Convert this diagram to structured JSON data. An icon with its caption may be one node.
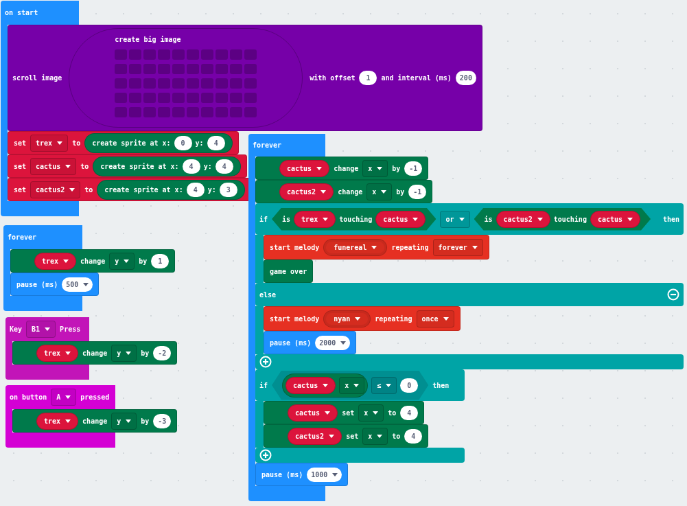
{
  "diagram": {
    "nodes": [
      {
        "text": [
          "on start"
        ]
      },
      {
        "text": [
          "scroll image",
          "with offset",
          "and interval (ms)"
        ]
      },
      {
        "text": [
          "create big image"
        ],
        "in": 1
      },
      {
        "text": [
          "1"
        ],
        "in": 1
      },
      {
        "text": [
          "200"
        ],
        "in": 1
      },
      {
        "text": [
          "set",
          "to"
        ],
        "in": 0
      },
      {
        "text": [
          "trex"
        ],
        "in": 5
      },
      {
        "text": [
          "create sprite at x:",
          "y:"
        ],
        "in": 5
      },
      {
        "text": [
          "0"
        ],
        "in": 7
      },
      {
        "text": [
          "4"
        ],
        "in": 7
      },
      {
        "text": [
          "set",
          "to"
        ],
        "in": 0
      },
      {
        "text": [
          "cactus"
        ],
        "in": 10
      },
      {
        "text": [
          "create sprite at x:",
          "y:"
        ],
        "in": 10
      },
      {
        "text": [
          "4"
        ],
        "in": 12
      },
      {
        "text": [
          "4"
        ],
        "in": 12
      },
      {
        "text": [
          "set",
          "to"
        ],
        "in": 0
      },
      {
        "text": [
          "cactus2"
        ],
        "in": 15
      },
      {
        "text": [
          "create sprite at x:",
          "y:"
        ],
        "in": 15
      },
      {
        "text": [
          "4"
        ],
        "in": 17
      },
      {
        "text": [
          "3"
        ],
        "in": 17
      },
      {
        "text": [
          "forever"
        ]
      },
      {
        "text": [
          "change",
          "by"
        ],
        "in": 20
      },
      {
        "text": [
          "trex"
        ],
        "in": 21
      },
      {
        "text": [
          "y"
        ],
        "in": 21
      },
      {
        "text": [
          "1"
        ],
        "in": 21
      },
      {
        "text": [
          "pause (ms)"
        ],
        "in": 20
      },
      {
        "text": [
          "500"
        ],
        "in": 25
      },
      {
        "text": [
          "Key",
          "Press"
        ]
      },
      {
        "text": [
          "B1"
        ],
        "in": 27
      },
      {
        "text": [
          "change",
          "by"
        ],
        "in": 27
      },
      {
        "text": [
          "trex"
        ],
        "in": 29
      },
      {
        "text": [
          "y"
        ],
        "in": 29
      },
      {
        "text": [
          "-2"
        ],
        "in": 29
      },
      {
        "text": [
          "on button",
          "pressed"
        ]
      },
      {
        "text": [
          "A"
        ],
        "in": 33
      },
      {
        "text": [
          "change",
          "by"
        ],
        "in": 33
      },
      {
        "text": [
          "trex"
        ],
        "in": 35
      },
      {
        "text": [
          "y"
        ],
        "in": 35
      },
      {
        "text": [
          "-3"
        ],
        "in": 35
      },
      {
        "text": [
          "forever"
        ]
      },
      {
        "text": [
          "change",
          "by"
        ],
        "in": 39
      },
      {
        "text": [
          "cactus"
        ],
        "in": 40
      },
      {
        "text": [
          "x"
        ],
        "in": 40
      },
      {
        "text": [
          "-1"
        ],
        "in": 40
      },
      {
        "text": [
          "change",
          "by"
        ],
        "in": 39
      },
      {
        "text": [
          "cactus2"
        ],
        "in": 44
      },
      {
        "text": [
          "x"
        ],
        "in": 44
      },
      {
        "text": [
          "-1"
        ],
        "in": 44
      },
      {
        "text": [
          "if",
          "then",
          "else"
        ],
        "in": 39
      },
      {
        "text": [
          "is",
          "touching"
        ],
        "in": 48
      },
      {
        "text": [
          "trex"
        ],
        "in": 49
      },
      {
        "text": [
          "cactus"
        ],
        "in": 49
      },
      {
        "text": [
          "or"
        ],
        "in": 48
      },
      {
        "text": [
          "is",
          "touching"
        ],
        "in": 48
      },
      {
        "text": [
          "cactus2"
        ],
        "in": 53
      },
      {
        "text": [
          "cactus"
        ],
        "in": 53
      },
      {
        "text": [
          "start melody",
          "repeating"
        ],
        "in": 48
      },
      {
        "text": [
          "funereal"
        ],
        "in": 56
      },
      {
        "text": [
          "forever"
        ],
        "in": 56
      },
      {
        "text": [
          "game over"
        ],
        "in": 48
      },
      {
        "text": [
          "start melody",
          "repeating"
        ],
        "in": 48
      },
      {
        "text": [
          "nyan"
        ],
        "in": 60
      },
      {
        "text": [
          "once"
        ],
        "in": 60
      },
      {
        "text": [
          "pause (ms)"
        ],
        "in": 48
      },
      {
        "text": [
          "2000"
        ],
        "in": 63
      },
      {
        "text": [
          "if",
          "then"
        ],
        "in": 39
      },
      {
        "text": [],
        "shape": "hexagon",
        "in": 65
      },
      {
        "text": [],
        "shape": "pill",
        "in": 66
      },
      {
        "text": [
          "cactus"
        ],
        "in": 67
      },
      {
        "text": [
          "x"
        ],
        "in": 67
      },
      {
        "text": [
          "≤"
        ],
        "in": 66
      },
      {
        "text": [
          "0"
        ],
        "in": 66
      },
      {
        "text": [
          "set",
          "to"
        ],
        "in": 65
      },
      {
        "text": [
          "cactus"
        ],
        "in": 72
      },
      {
        "text": [
          "x"
        ],
        "in": 72
      },
      {
        "text": [
          "4"
        ],
        "in": 72
      },
      {
        "text": [
          "set",
          "to"
        ],
        "in": 65
      },
      {
        "text": [
          "cactus2"
        ],
        "in": 76
      },
      {
        "text": [
          "x"
        ],
        "in": 76
      },
      {
        "text": [
          "4"
        ],
        "in": 76
      },
      {
        "text": [
          "pause (ms)"
        ],
        "in": 39
      },
      {
        "text": [
          "1000"
        ],
        "in": 80
      }
    ]
  }
}
